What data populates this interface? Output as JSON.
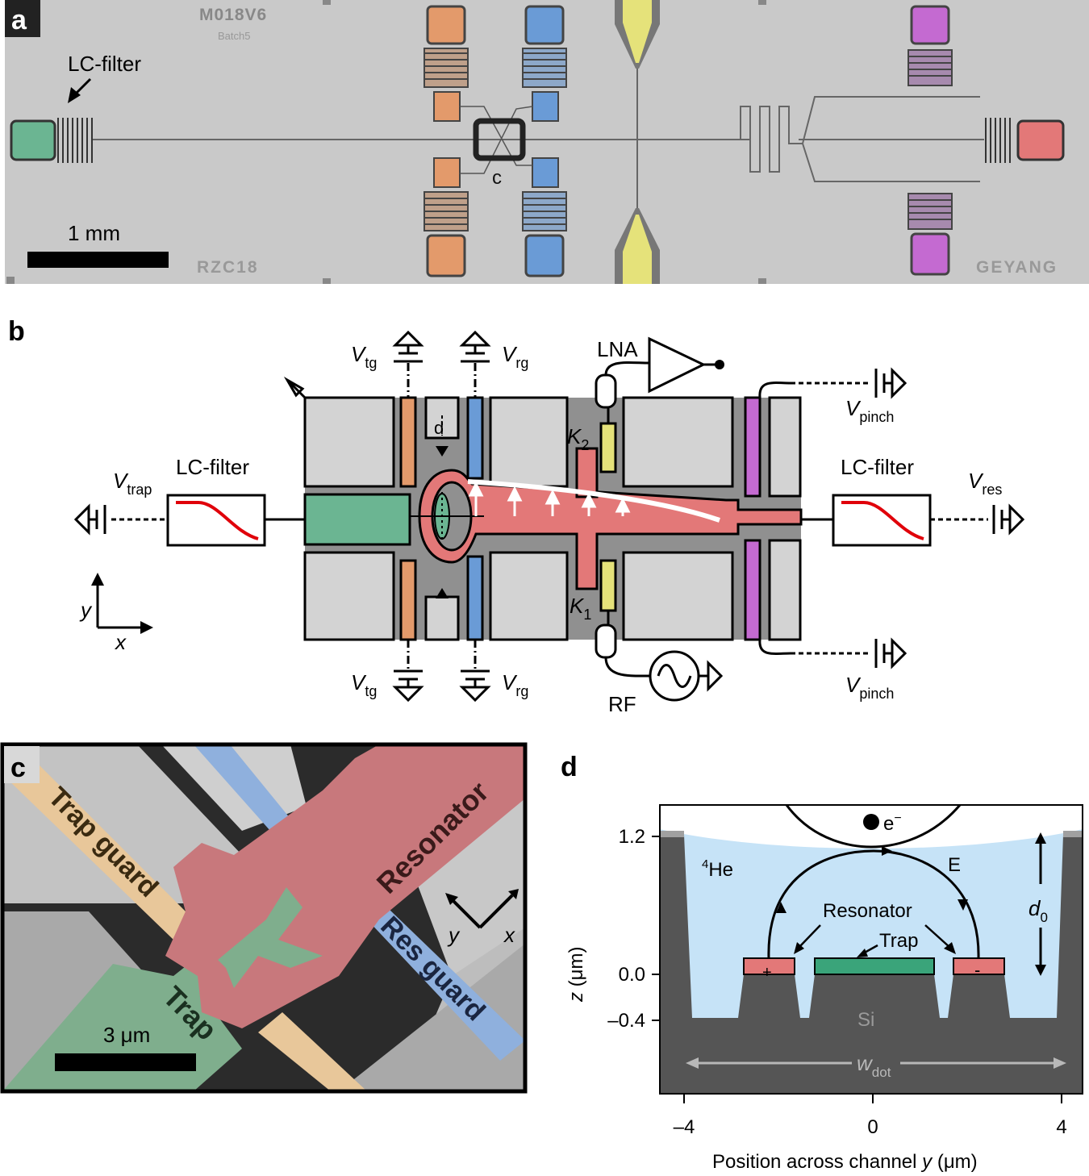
{
  "panel_a": {
    "label": "a",
    "lc_filter": "LC-filter",
    "scale_bar": "1 mm",
    "callout": "c",
    "chip_id_top": "M018V6",
    "chip_batch": "Batch5",
    "chip_id_bottom": "RZC18",
    "chip_name": "GEYANG",
    "colors": {
      "trap": "#6bb592",
      "trap_guard": "#e39a6b",
      "res_guard": "#6a9bd6",
      "lna": "#e5e27a",
      "pinch": "#c46ad1",
      "resonator": "#e37878",
      "substrate": "#c8c8c8"
    }
  },
  "panel_b": {
    "label": "b",
    "v_tg": "V",
    "v_tg_sub": "tg",
    "v_rg": "V",
    "v_rg_sub": "rg",
    "lna": "LNA",
    "v_pinch": "V",
    "v_pinch_sub": "pinch",
    "k2": "K",
    "k2_sub": "2",
    "k1": "K",
    "k1_sub": "1",
    "d_marker": "d",
    "lc_filter_left": "LC-filter",
    "lc_filter_right": "LC-filter",
    "v_trap": "V",
    "v_trap_sub": "trap",
    "v_res": "V",
    "v_res_sub": "res",
    "rf": "RF",
    "axis_y": "y",
    "axis_x": "x"
  },
  "panel_c": {
    "label": "c",
    "trap_guard": "Trap guard",
    "resonator": "Resonator",
    "res_guard": "Res guard",
    "trap": "Trap",
    "scale_bar": "3 μm",
    "axis_y": "y",
    "axis_x": "x"
  },
  "panel_d": {
    "label": "d",
    "electron": "e",
    "electron_sup": "−",
    "helium_sup": "4",
    "helium": "He",
    "field": "E",
    "resonator": "Resonator",
    "trap": "Trap",
    "d0": "d",
    "d0_sub": "0",
    "si": "Si",
    "w_dot": "w",
    "w_dot_sub": "dot",
    "plus": "+",
    "minus": "-",
    "ylabel_z": "z",
    "ylabel_unit": " (μm)",
    "xlabel": "Position across channel ",
    "xlabel_var": "y",
    "xlabel_unit": " (μm)",
    "yticks": [
      {
        "v": 1.2,
        "t": "1.2"
      },
      {
        "v": 0.0,
        "t": "0.0"
      },
      {
        "v": -0.4,
        "t": "–0.4"
      }
    ],
    "xticks": [
      {
        "v": -4,
        "t": "–4"
      },
      {
        "v": 0,
        "t": "0"
      },
      {
        "v": 4,
        "t": "4"
      }
    ],
    "xlim": [
      -4.6,
      4.3
    ],
    "colors": {
      "helium": "#c6e3f7",
      "silicon": "#555555",
      "resonator": "#e37878",
      "trap": "#3aa47a"
    }
  }
}
